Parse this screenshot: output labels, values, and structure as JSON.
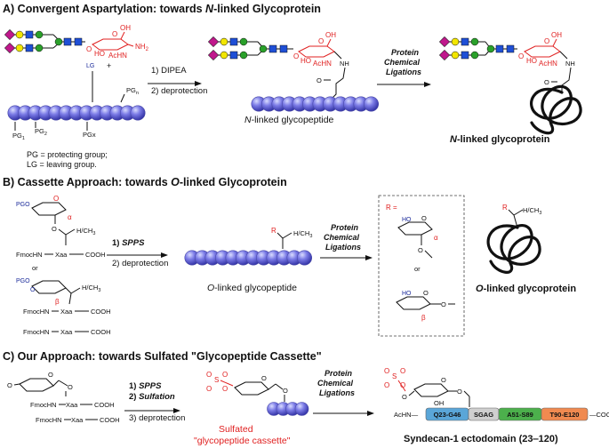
{
  "sections": {
    "a": {
      "prefix": "A) Convergent Aspartylation: towards ",
      "ital": "N",
      "suffix": "-linked Glycoprotein"
    },
    "b": {
      "prefix": "B) Cassette Approach: towards ",
      "ital": "O",
      "suffix": "-linked Glycoprotein"
    },
    "c": {
      "title": "C) Our Approach: towards Sulfated \"Glycopeptide Cassette\""
    }
  },
  "labels": {
    "oh": "OH",
    "ho": "HO",
    "o": "O",
    "nh2": "NH",
    "nh2_sub": "2",
    "achn": "AcHN",
    "nh": "NH",
    "plus": "+",
    "lg": "LG",
    "pgn": "PG",
    "pgn_sub": "n",
    "pg1": "PG",
    "pg1_sub": "1",
    "pg2": "PG",
    "pg2_sub": "2",
    "pgx": "PGx",
    "pg_legend": "PG = protecting group;",
    "lg_legend": "LG = leaving group.",
    "pgo": "PGO",
    "alpha": "α",
    "beta": "β",
    "hch3": "H/CH",
    "hch3_sub": "3",
    "fmochn": "FmocHN",
    "xaa": "Xaa",
    "cooh": "COOH",
    "or": "or",
    "r": "R",
    "r_eq": "R =",
    "o_minus": "O",
    "s": "S",
    "sgag": "SGAG"
  },
  "arrows": {
    "a1_step1": "1) DIPEA",
    "a1_step2": "2) deprotection",
    "ligation_1": "Protein",
    "ligation_2": "Chemical",
    "ligation_3": "Ligations",
    "b1_step1_num": "1) ",
    "b1_step1": "SPPS",
    "b1_step2": "2) deprotection",
    "c1_step1_num": "1) ",
    "c1_step1": "SPPS",
    "c1_step2_num": "2) ",
    "c1_step2": "Sulfation",
    "c1_step3": "3) deprotection"
  },
  "products": {
    "a_glycopeptide_ital": "N",
    "a_glycopeptide": "-linked glycopeptide",
    "a_glycoprotein_ital": "N",
    "a_glycoprotein": "-linked glycoprotein",
    "b_glycopeptide_ital": "O",
    "b_glycopeptide": "-linked glycopeptide",
    "b_glycoprotein_ital": "O",
    "b_glycoprotein": "-linked glycoprotein",
    "c_cassette_1": "Sulfated",
    "c_cassette_2": "\"glycopeptide cassette\"",
    "c_product": "Syndecan-1 ectodomain (23‒120)"
  },
  "domains": [
    {
      "label": "AcHN—",
      "color": ""
    },
    {
      "label": "Q23-G46",
      "color": "#5aa6d8"
    },
    {
      "label": "SGAG",
      "color": "#cfcfcf"
    },
    {
      "label": "A51-S89",
      "color": "#4cb04c"
    },
    {
      "label": "T90-E120",
      "color": "#f08a50"
    },
    {
      "label": "—COOH",
      "color": ""
    }
  ],
  "colors": {
    "bead": "#5b5bd6",
    "sugar_highlight": "#e02020",
    "glycan_diamond": "#c0188c",
    "glycan_circle": "#f2e600",
    "glycan_square": "#1f4fd6",
    "glycan_square_green": "#2aa02a"
  }
}
